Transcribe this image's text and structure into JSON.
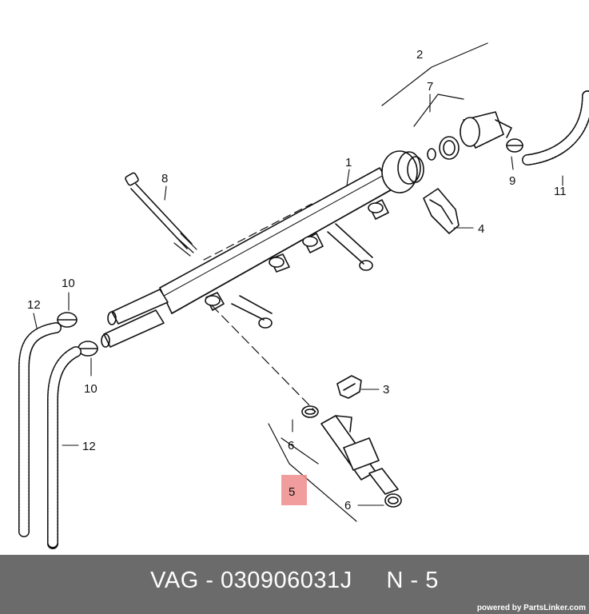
{
  "callouts": {
    "c1": "1",
    "c2": "2",
    "c3": "3",
    "c4": "4",
    "c5": "5",
    "c6a": "6",
    "c6b": "6",
    "c7": "7",
    "c8": "8",
    "c9": "9",
    "c10a": "10",
    "c10b": "10",
    "c11": "11",
    "c12a": "12",
    "c12b": "12"
  },
  "highlight_color": "#f08c8c",
  "footer": {
    "part_text": "VAG - 030906031J     N - 5",
    "credit": "powered by PartsLinker.com"
  }
}
